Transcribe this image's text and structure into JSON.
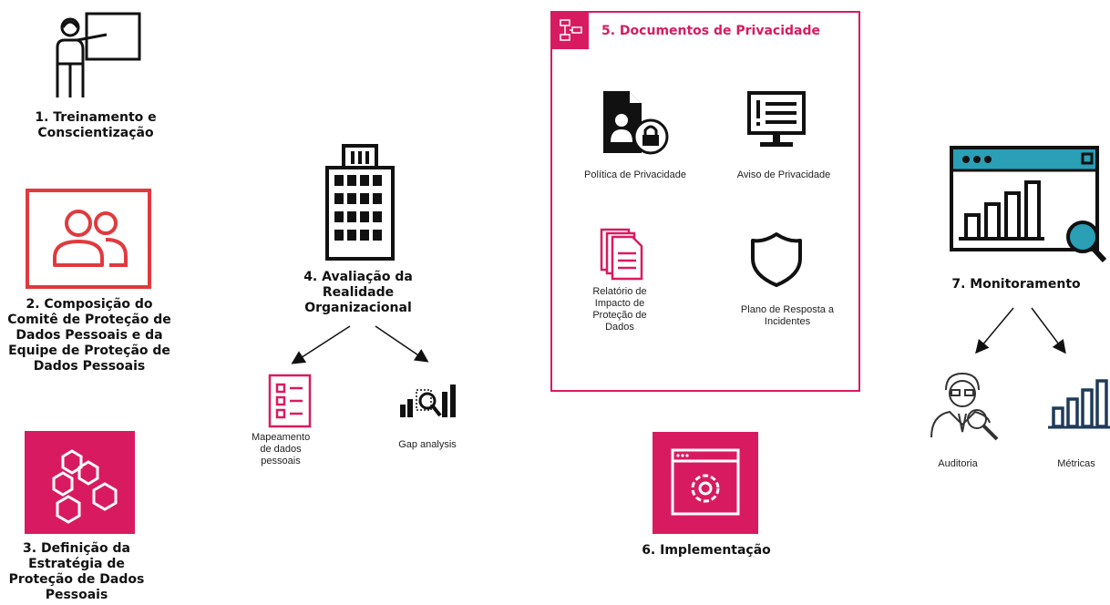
{
  "steps": {
    "s1": "1. Treinamento e Conscientização",
    "s2": "2. Composição do Comitê de Proteção de Dados Pessoais e da Equipe de Proteção de Dados Pessoais",
    "s3": "3. Definição da Estratégia de Proteção de Dados Pessoais",
    "s4": "4. Avaliação da Realidade Organizacional",
    "s5": "5. Documentos de Privacidade",
    "s6": "6. Implementação",
    "s7": "7. Monitoramento"
  },
  "assessment": {
    "mapping": "Mapeamento de dados pessoais",
    "gap": "Gap analysis"
  },
  "documents": {
    "policy": "Política de Privacidade",
    "notice": "Aviso de Privacidade",
    "ripd": "Relatório de Impacto de Proteção de Dados",
    "incident": "Plano de Resposta a Incidentes"
  },
  "monitoring": {
    "audit": "Auditoria",
    "metrics": "Métricas"
  },
  "colors": {
    "accent": "#d81b60",
    "red": "#e03a3e",
    "dark": "#111111",
    "teal": "#2a9fb6",
    "navy": "#1f3b5a"
  },
  "icons": [
    "presenter-icon",
    "team-icon",
    "hexagons-icon",
    "building-icon",
    "checklist-icon",
    "gap-analysis-icon",
    "flow-icon",
    "lock-document-icon",
    "monitor-list-icon",
    "documents-icon",
    "shield-icon",
    "gear-window-icon",
    "dashboard-search-icon",
    "auditor-icon",
    "bar-chart-icon"
  ]
}
